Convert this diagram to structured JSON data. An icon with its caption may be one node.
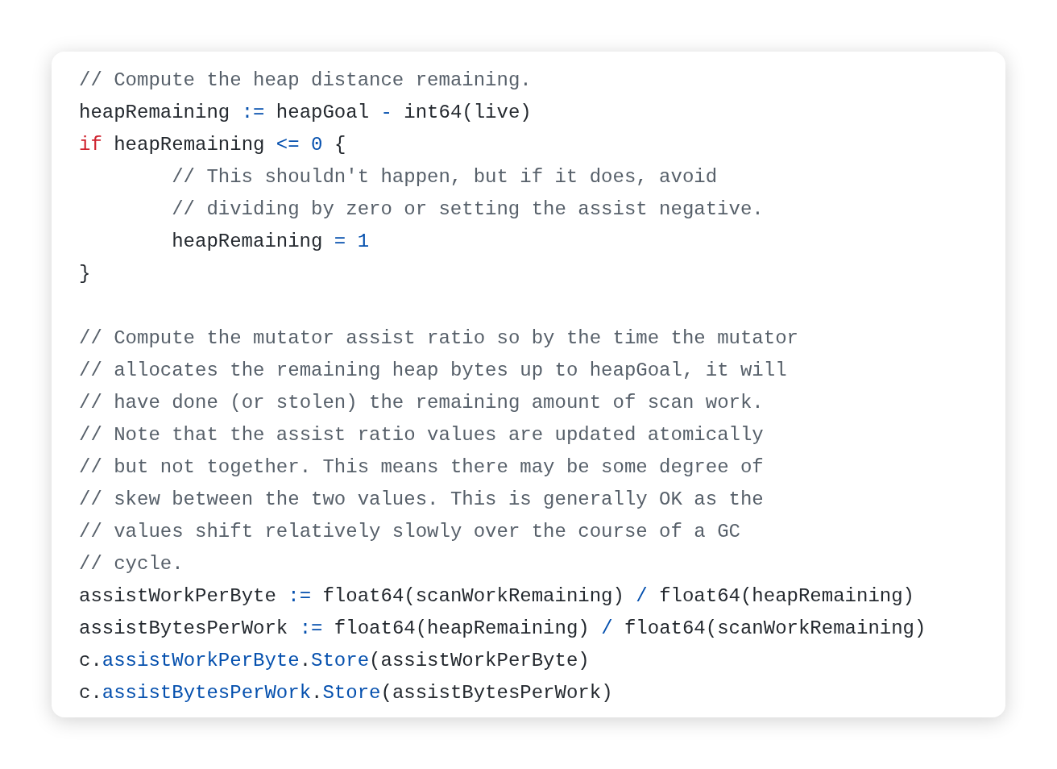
{
  "diagram": {
    "labels": [
      "// Compute the heap distance remaining.",
      "heapRemaining := heapGoal - int64(live)",
      "if heapRemaining <= 0 {",
      "// This shouldn't happen, but if it does, avoid",
      "// dividing by zero or setting the assist negative.",
      "heapRemaining = 1",
      "}",
      "// Compute the mutator assist ratio so by the time the mutator",
      "// allocates the remaining heap bytes up to heapGoal, it will",
      "// have done (or stolen) the remaining amount of scan work.",
      "// Note that the assist ratio values are updated atomically",
      "// but not together. This means there may be some degree of",
      "// skew between the two values. This is generally OK as the",
      "// values shift relatively slowly over the course of a GC",
      "// cycle.",
      "assistWorkPerByte := float64(scanWorkRemaining) / float64(heapRemaining)",
      "assistBytesPerWork := float64(heapRemaining) / float64(scanWorkRemaining)",
      "c.assistWorkPerByte.Store(assistWorkPerByte)",
      "c.assistBytesPerWork.Store(assistBytesPerWork)"
    ]
  }
}
